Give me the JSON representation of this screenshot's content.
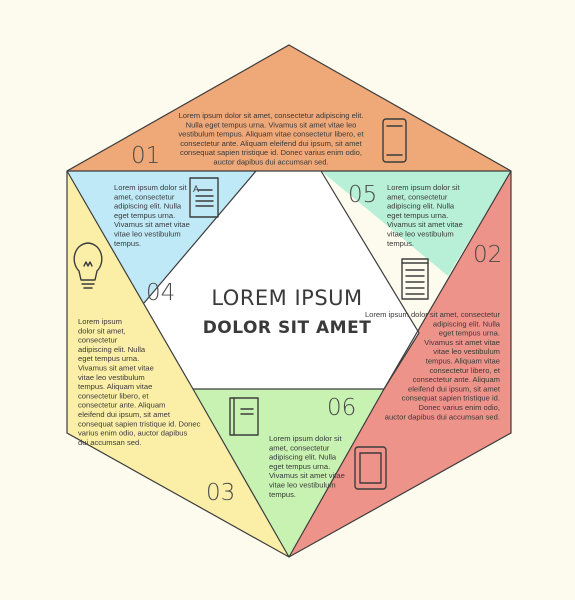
{
  "colors": {
    "background": "#fdfbee",
    "section_01": "#efa878",
    "section_02": "#ee938a",
    "section_03": "#fbefa8",
    "section_04": "#fbefa8",
    "section_05": "#b7f0d6",
    "section_06": "#c8f2b2",
    "blue_tri": "#bfe9f7",
    "outline": "#3c3c3c"
  },
  "center": {
    "title": "LOREM IPSUM",
    "subtitle": "DOLOR SIT AMET"
  },
  "sections": [
    {
      "number": "01",
      "icon": "smartphone-icon",
      "lines": [
        "Lorem ipsum dolor sit amet, consectetur adipiscing elit.",
        "Nulla eget tempus urna. Vivamus sit amet vitae leo",
        "vestibulum tempus. Aliquam vitae consectetur libero, et",
        "consectetur ante. Aliquam eleifend dui ipsum, sit amet",
        "consequat sapien tristique id. Donec varius enim odio,",
        "auctor dapibus dui accumsan sed."
      ]
    },
    {
      "number": "02",
      "icon": "notepad-icon",
      "lines": [
        "Lorem ipsum dolor sit amet, consectetur",
        "adipiscing elit. Nulla",
        "eget tempus urna.",
        "Vivamus sit amet vitae",
        "vitae leo vestibulum",
        "tempus. Aliquam vitae",
        "consectetur libero, et",
        "consectetur ante. Aliquam",
        "eleifend dui ipsum, sit amet",
        "consequat sapien tristique id.",
        "Donec varius enim odio,",
        "auctor dapibus dui accumsan sed."
      ]
    },
    {
      "number": "03",
      "icon": "",
      "lines": [
        "Lorem ipsum",
        "dolor sit amet,",
        "consectetur",
        "adipiscing elit. Nulla",
        "eget tempus urna.",
        "Vivamus sit amet vitae",
        "vitae leo vestibulum",
        "tempus. Aliquam vitae",
        "consectetur libero, et",
        "consectetur ante. Aliquam",
        "eleifend dui ipsum, sit amet",
        "consequat sapien tristique id. Donec",
        "varius enim odio, auctor dapibus",
        "dui accumsan sed."
      ]
    },
    {
      "number": "04",
      "icon": "lightbulb-icon",
      "lines": []
    },
    {
      "number": "05",
      "icon": "",
      "lines": [
        "Lorem ipsum dolor sit",
        "amet, consectetur",
        "adipiscing elit. Nulla",
        "eget tempus urna.",
        "Vivamus sit amet vitae",
        "vitae leo vestibulum",
        "tempus."
      ]
    },
    {
      "number": "06",
      "icon": "tablet-icon",
      "lines": [
        "Lorem ipsum dolor sit",
        "amet, consectetur",
        "adipiscing elit. Nulla",
        "eget tempus urna.",
        "Vivamus sit amet vitae",
        "vitae leo vestibulum",
        "tempus."
      ]
    }
  ],
  "blue_block": {
    "icon": "document-icon",
    "lines": [
      "Lorem ipsum dolor sit",
      "amet, consectetur",
      "adipiscing elit. Nulla",
      "eget tempus urna.",
      "Vivamus sit amet vitae",
      "vitae leo vestibulum",
      "tempus."
    ]
  },
  "green_block": {
    "icon": "book-icon"
  }
}
